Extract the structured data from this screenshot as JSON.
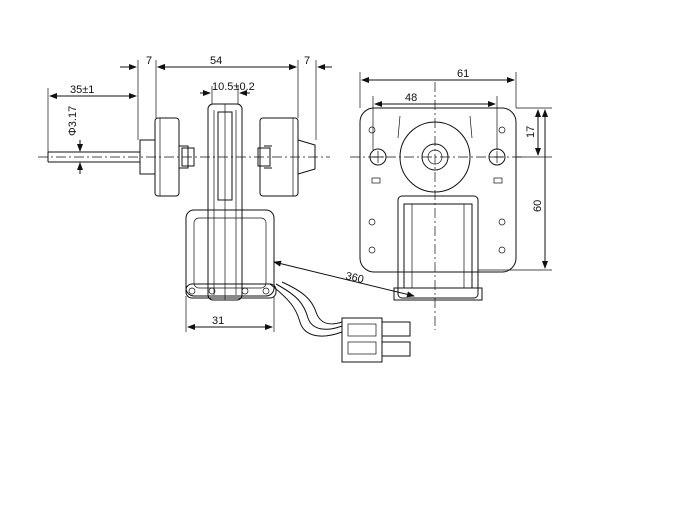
{
  "dimensions": {
    "front": {
      "left_flange": "7",
      "body_width": "54",
      "right_flange": "7",
      "center_width": "10.5±0.2",
      "shaft_length": "35±1",
      "shaft_diameter": "Φ3.17",
      "base_width": "31",
      "lead_length": "360"
    },
    "side": {
      "overall_width": "61",
      "hole_spacing": "48",
      "top_offset": "17",
      "overall_height": "60"
    }
  }
}
